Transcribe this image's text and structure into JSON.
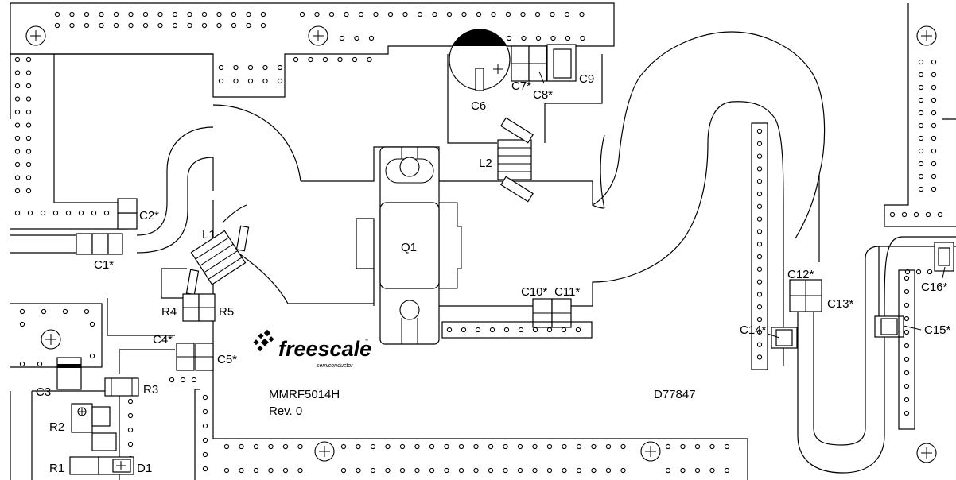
{
  "board": {
    "part_number": "MMRF5014H",
    "revision": "Rev. 0",
    "drawing_number": "D77847"
  },
  "logo": {
    "name": "freescale",
    "subtitle": "semiconductor",
    "trademark": "™"
  },
  "labels": {
    "C1": "C1*",
    "C2": "C2*",
    "C3": "C3",
    "C4": "C4*",
    "C5": "C5*",
    "C6": "C6",
    "C7": "C7*",
    "C8": "C8*",
    "C9": "C9",
    "C10": "C10*",
    "C11": "C11*",
    "C12": "C12*",
    "C13": "C13*",
    "C14": "C14*",
    "C15": "C15*",
    "C16": "C16*",
    "L1": "L1",
    "L2": "L2",
    "Q1": "Q1",
    "R1": "R1",
    "R2": "R2",
    "R3": "R3",
    "R4": "R4",
    "R5": "R5",
    "D1": "D1"
  }
}
